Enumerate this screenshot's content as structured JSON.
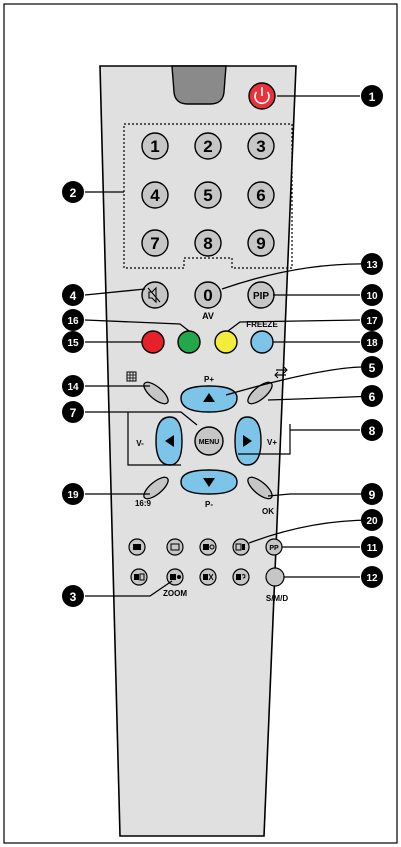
{
  "device": {
    "digits": [
      "1",
      "2",
      "3",
      "4",
      "5",
      "6",
      "7",
      "8",
      "9",
      "0"
    ],
    "label_av": "AV",
    "label_pip": "PIP",
    "label_freeze": "FREEZE",
    "label_p_plus": "P+",
    "label_p_minus": "P-",
    "label_v_plus": "V+",
    "label_v_minus": "V-",
    "label_menu": "MENU",
    "label_169": "16:9",
    "label_ok": "OK",
    "label_pp": "PP",
    "label_zoom": "ZOOM",
    "label_smd": "S/M/D"
  },
  "callouts": [
    "1",
    "2",
    "3",
    "4",
    "5",
    "6",
    "7",
    "8",
    "9",
    "10",
    "11",
    "12",
    "13",
    "14",
    "15",
    "16",
    "17",
    "18",
    "19",
    "20"
  ],
  "colors": {
    "power": "#e8333c",
    "red": "#e8202a",
    "green": "#22a84a",
    "yellow": "#f4ec3a",
    "blue": "#7cc4e8",
    "body": "#e0e0e0",
    "button_grey": "#c6c6c6"
  }
}
